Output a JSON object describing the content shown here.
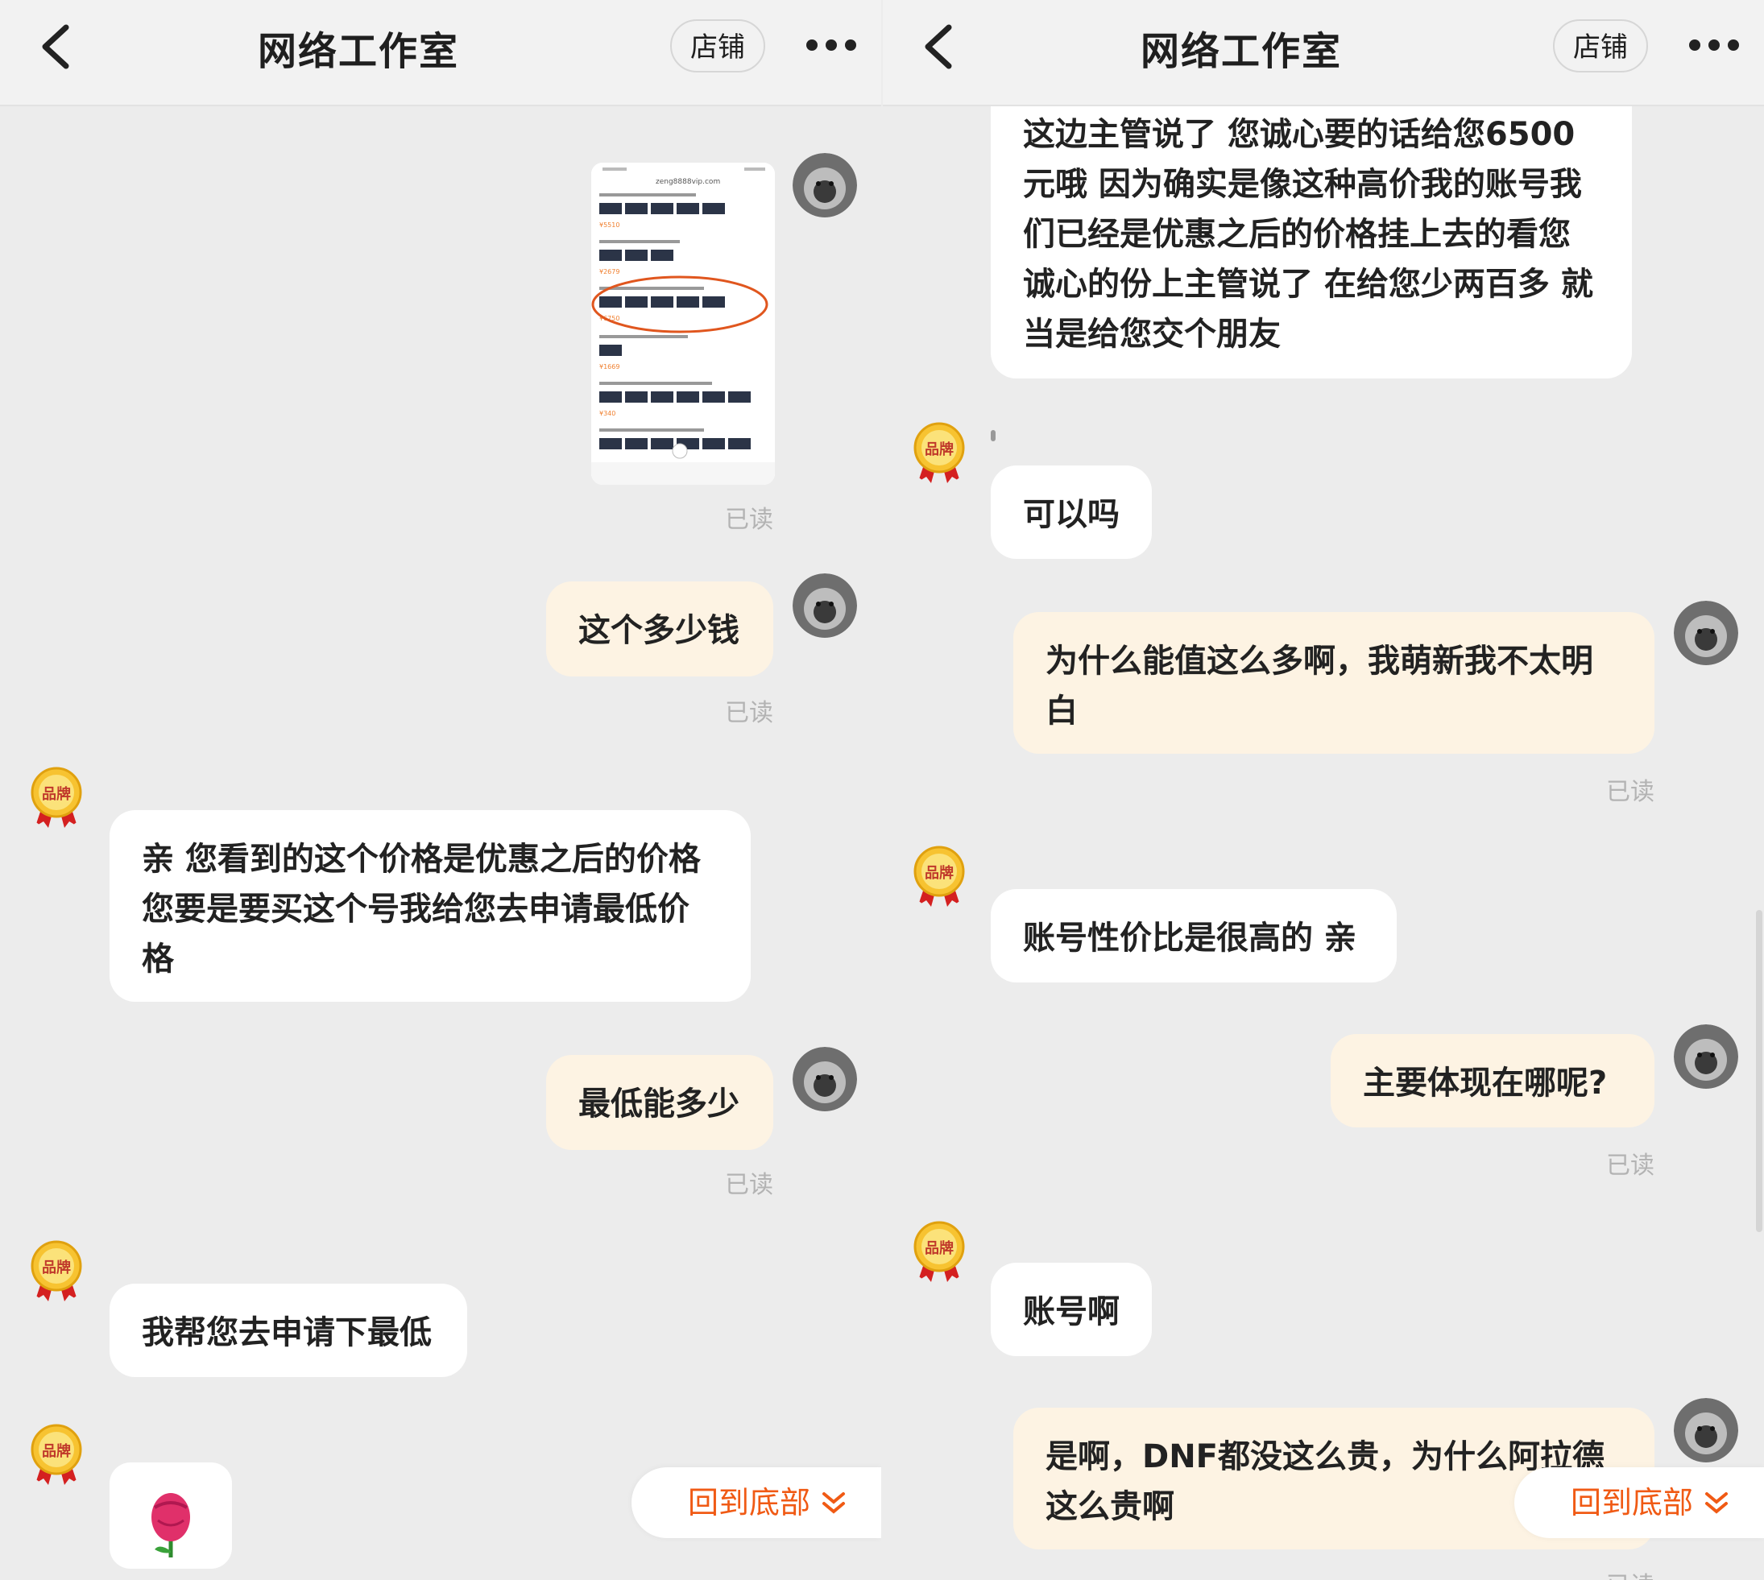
{
  "left": {
    "header": {
      "title": "网络工作室",
      "shop_label": "店铺"
    },
    "messages": {
      "m1_read": "已读",
      "m2_text": "这个多少钱",
      "m2_read": "已读",
      "m3_text": "亲 您看到的这个价格是优惠之后的价格您要是要买这个号我给您去申请最低价格",
      "m4_text": "最低能多少",
      "m4_read": "已读",
      "m5_text": "我帮您去申请下最低"
    },
    "jump_label": "回到底部"
  },
  "right": {
    "header": {
      "title": "网络工作室",
      "shop_label": "店铺"
    },
    "messages": {
      "m1_text": "这边主管说了  您诚心要的话给您6500元哦   因为确实是像这种高价我的账号我们已经是优惠之后的价格挂上去的看您诚心的份上主管说了 在给您少两百多 就当是给您交个朋友",
      "m2_text": "可以吗",
      "m3_text": "为什么能值这么多啊，我萌新我不太明白",
      "m3_read": "已读",
      "m4_text": "账号性价比是很高的  亲",
      "m5_text": "主要体现在哪呢?",
      "m5_read": "已读",
      "m6_text": "账号啊",
      "m7_text": "是啊，DNF都没这么贵，为什么阿拉德这么贵啊",
      "m7_read": "已读"
    },
    "jump_label": "回到底部"
  },
  "badge_label": "品牌",
  "screenshot_thumb": {
    "url_text": "zeng8888vip.com",
    "prices": [
      "¥5510",
      "¥2679",
      "¥6750",
      "¥1669",
      "¥340"
    ]
  },
  "icons": {
    "back": "chevron-left-icon",
    "more": "more-dots-icon",
    "jump": "chevron-down-double-icon",
    "rose": "rose-emoji-icon"
  },
  "colors": {
    "accent": "#f05a14",
    "outgoing_bubble": "#fdf3e3",
    "incoming_bubble": "#ffffff",
    "background": "#ececec"
  }
}
